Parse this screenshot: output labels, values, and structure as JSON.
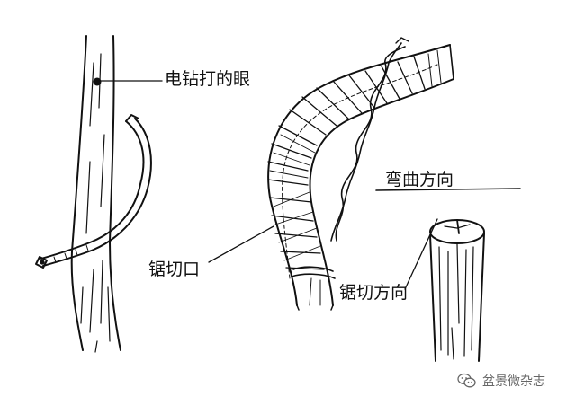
{
  "labels": {
    "drill_hole": "电钻打的眼",
    "saw_cut": "锯切口",
    "bend_direction": "弯曲方向",
    "saw_direction": "锯切方向"
  },
  "watermark": {
    "text": "盆景微杂志",
    "icon": "wechat-icon"
  },
  "colors": {
    "ink": "#111111",
    "paper": "#ffffff",
    "watermark": "#666666"
  }
}
